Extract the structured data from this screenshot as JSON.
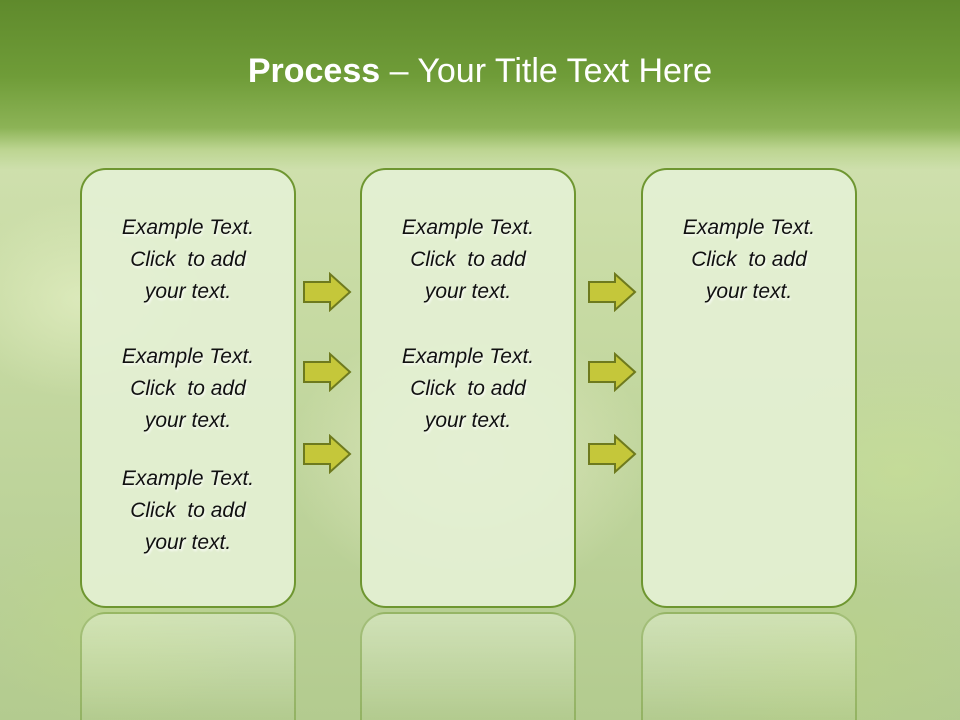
{
  "slide": {
    "title_bold": "Process",
    "title_rest": " – Your Title Text Here",
    "columns": [
      {
        "items": [
          {
            "l1": "Example Text.",
            "l2": "Click  to add",
            "l3": "your text."
          },
          {
            "l1": "Example Text.",
            "l2": "Click  to add",
            "l3": "your text."
          },
          {
            "l1": "Example Text.",
            "l2": "Click  to add",
            "l3": "your text."
          }
        ]
      },
      {
        "items": [
          {
            "l1": "Example Text.",
            "l2": "Click  to add",
            "l3": "your text."
          },
          {
            "l1": "Example Text.",
            "l2": "Click  to add",
            "l3": "your text."
          }
        ]
      },
      {
        "items": [
          {
            "l1": "Example Text.",
            "l2": "Click  to add",
            "l3": "your text."
          }
        ]
      }
    ],
    "colors": {
      "title_bar": "#6f9c38",
      "box_border": "#6e9630",
      "box_fill": "#e4f0d4",
      "arrow_fill": "#c5c73a",
      "arrow_stroke": "#6e7a1e"
    }
  }
}
